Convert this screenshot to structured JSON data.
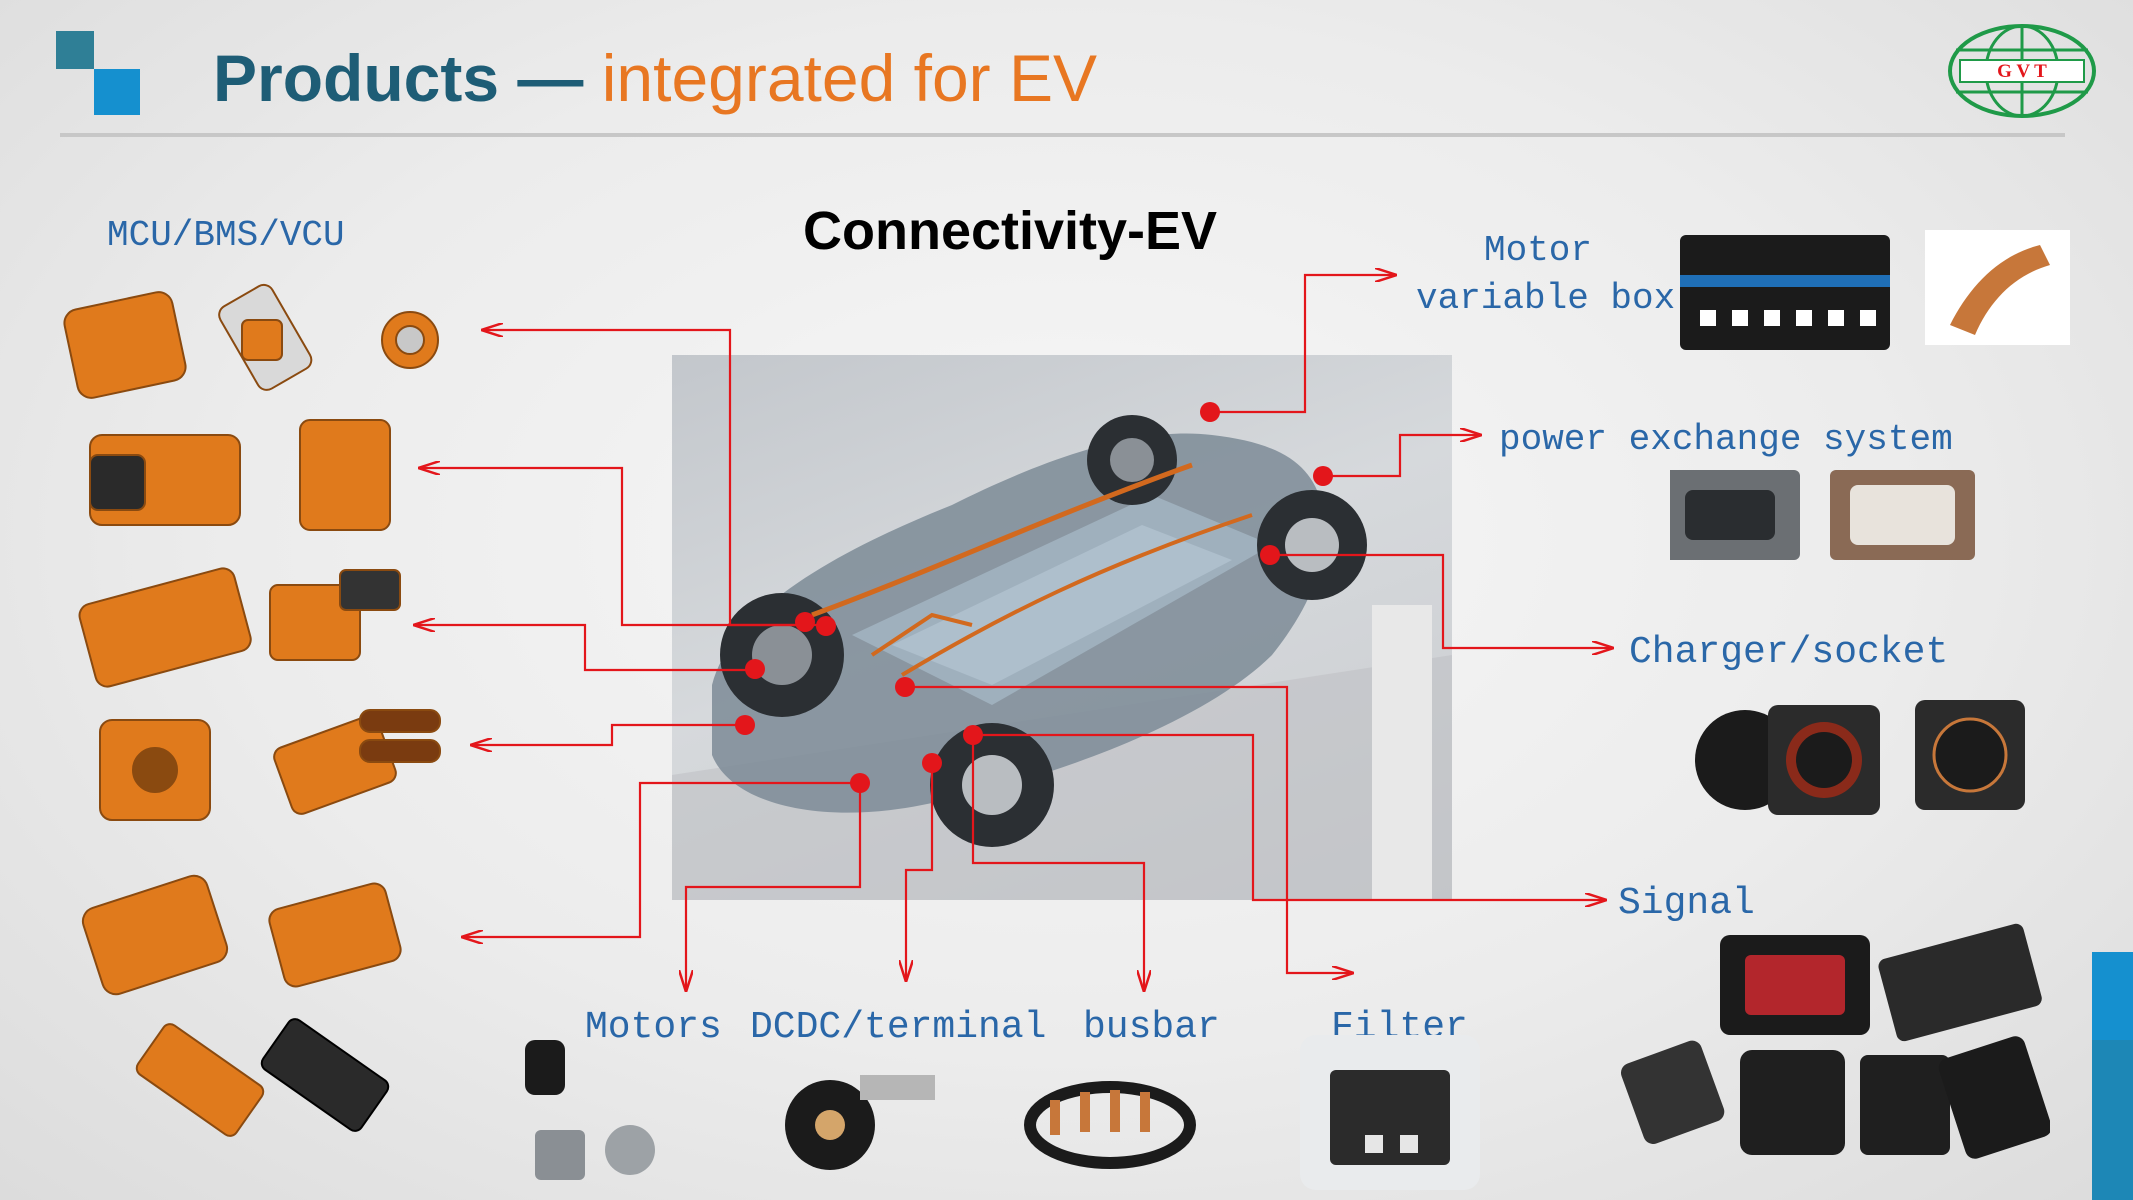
{
  "header": {
    "title_bold": "Products",
    "title_dash": " — ",
    "title_accent": "integrated for EV",
    "logo_text": "G V T"
  },
  "center_title": "Connectivity-EV",
  "labels": {
    "mcu": "MCU/BMS/VCU",
    "motor_box_line1": "Motor",
    "motor_box_line2": "variable box",
    "power_exchange": "power exchange system",
    "charger": "Charger/socket",
    "signal": "Signal",
    "motors": "Motors",
    "dcdc": "DCDC/terminal",
    "busbar": "busbar",
    "filter": "Filter"
  },
  "colors": {
    "brand_blue": "#1e5d76",
    "accent_orange": "#e87722",
    "label_blue": "#2a67a8",
    "arrow_red": "#e3161b",
    "connector_orange": "#e07a1c",
    "gvt_green": "#1f9a48"
  },
  "icons": {
    "connector": "orange-hv-connector-icon",
    "car": "ev-car-cutaway-image"
  }
}
